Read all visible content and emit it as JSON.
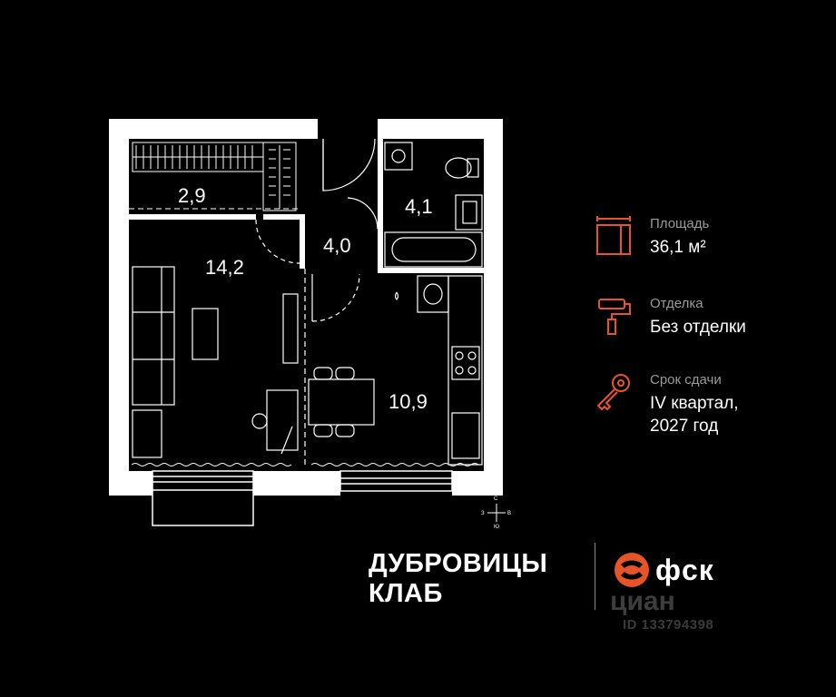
{
  "rooms": [
    {
      "id": "wardrobe",
      "area": "2,9"
    },
    {
      "id": "living",
      "area": "14,2"
    },
    {
      "id": "hall",
      "area": "4,0"
    },
    {
      "id": "bath",
      "area": "4,1"
    },
    {
      "id": "kitchen",
      "area": "10,9"
    }
  ],
  "compass": {
    "n": "С",
    "s": "Ю",
    "w": "З",
    "e": "В"
  },
  "info": {
    "area": {
      "label": "Площадь",
      "value": "36,1 м²",
      "icon": "floor-area-icon"
    },
    "finish": {
      "label": "Отделка",
      "value": "Без отделки",
      "icon": "paint-roller-icon"
    },
    "delivery": {
      "label": "Срок сдачи",
      "value": "IV квартал,\n2027 год",
      "icon": "key-icon"
    }
  },
  "brand": {
    "line1": "ДУБРОВИЦЫ",
    "line2": "КЛАБ"
  },
  "developer": {
    "name": "ФСК",
    "logo_text": "фск"
  },
  "watermark": {
    "name": "циан",
    "id": "ID 133794398"
  },
  "colors": {
    "accent": "#e8542a",
    "wall": "#ffffff",
    "background": "#000000",
    "muted": "#9a9a9a"
  }
}
